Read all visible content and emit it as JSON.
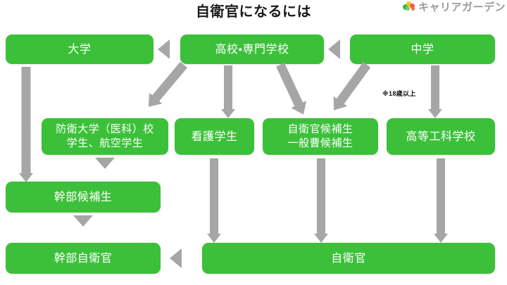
{
  "page": {
    "title": "自衛官になるには",
    "background_color": "#ffffff",
    "node_color": "#3cc03a",
    "arrow_color": "#a6a6a6",
    "title_color": "#1a1a1a"
  },
  "brand": {
    "name": "キャリアガーデン",
    "mark": "flower-logo-icon"
  },
  "nodes": {
    "university": "大学",
    "highschool": "高校・専門学校",
    "juniorhigh": "中学",
    "defense_academy": "防衛大学（医科）校\n学生、航空学生",
    "nursing_student": "看護学生",
    "sdf_candidate": "自衛官候補生\n一般曹候補生",
    "technical_school": "高等工科学校",
    "officer_candidate": "幹部候補生",
    "officer_sdf": "幹部自衛官",
    "sdf_member": "自衛官"
  },
  "notes": {
    "age_requirement": "※18歳以上"
  },
  "flow_edges": [
    {
      "from": "高校・専門学校",
      "to": "大学",
      "style": "triangle-left"
    },
    {
      "from": "中学",
      "to": "高校・専門学校",
      "style": "triangle-left"
    },
    {
      "from": "大学",
      "to": "幹部候補生",
      "style": "arrow-down-long"
    },
    {
      "from": "高校・専門学校",
      "to": "防衛大学（医科）校学生、航空学生",
      "style": "arrow-diagonal-down-left"
    },
    {
      "from": "高校・専門学校",
      "to": "看護学生",
      "style": "arrow-down"
    },
    {
      "from": "高校・専門学校",
      "to": "自衛官候補生一般曹候補生",
      "style": "arrow-diagonal-down-right"
    },
    {
      "from": "中学",
      "to": "自衛官候補生一般曹候補生",
      "style": "arrow-diagonal-down-left",
      "note": "※18歳以上"
    },
    {
      "from": "中学",
      "to": "高等工科学校",
      "style": "arrow-down"
    },
    {
      "from": "防衛大学（医科）校学生、航空学生",
      "to": "幹部候補生",
      "style": "triangle-down"
    },
    {
      "from": "幹部候補生",
      "to": "幹部自衛官",
      "style": "triangle-down"
    },
    {
      "from": "看護学生",
      "to": "自衛官",
      "style": "arrow-down-long"
    },
    {
      "from": "自衛官候補生一般曹候補生",
      "to": "自衛官",
      "style": "arrow-down-long"
    },
    {
      "from": "高等工科学校",
      "to": "自衛官",
      "style": "arrow-down-long"
    },
    {
      "from": "自衛官",
      "to": "幹部自衛官",
      "style": "triangle-left"
    }
  ]
}
